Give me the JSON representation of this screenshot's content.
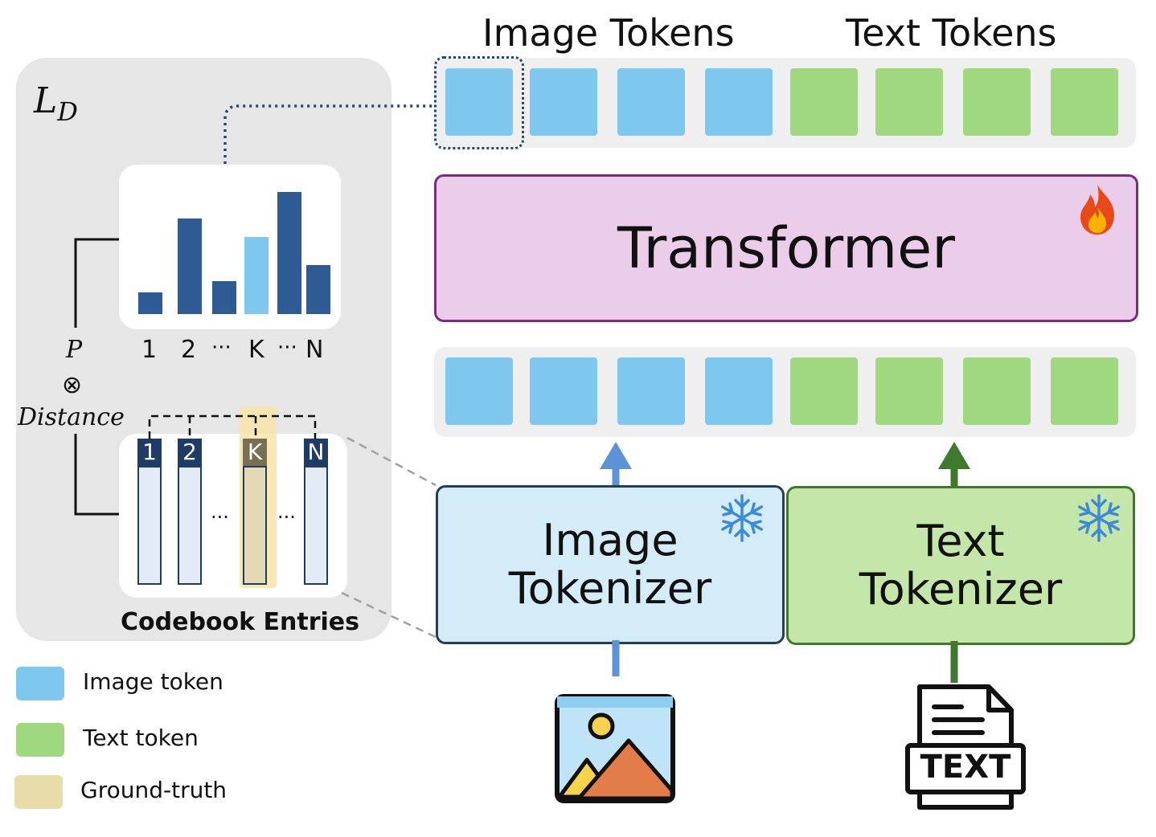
{
  "headers": {
    "image_tokens": "Image Tokens",
    "text_tokens": "Text Tokens"
  },
  "loss_label": {
    "main": "L",
    "sub": "D"
  },
  "transformer": {
    "label": "Transformer",
    "status_icon": "fire-icon"
  },
  "image_tokenizer": {
    "line1": "Image",
    "line2": "Tokenizer",
    "status_icon": "snowflake-icon"
  },
  "text_tokenizer": {
    "line1": "Text",
    "line2": "Tokenizer",
    "status_icon": "snowflake-icon"
  },
  "inputs": {
    "image_icon": "picture-icon",
    "text_icon": "text-document-icon",
    "text_doc_label": "TEXT"
  },
  "distribution": {
    "p_label": "P",
    "times_symbol": "⊗",
    "distance_label": "Distance",
    "ticks": [
      "1",
      "2",
      "···",
      "K",
      "···",
      "N"
    ],
    "bars": [
      {
        "value": 0.18,
        "highlight": false
      },
      {
        "value": 0.78,
        "highlight": false
      },
      {
        "value": 0.27,
        "highlight": false
      },
      {
        "value": 0.63,
        "highlight": true
      },
      {
        "value": 1.0,
        "highlight": false
      },
      {
        "value": 0.4,
        "highlight": false
      }
    ]
  },
  "codebook": {
    "title": "Codebook Entries",
    "entries": [
      "1",
      "2",
      "K",
      "N"
    ],
    "ellipsis": "···"
  },
  "legend": [
    {
      "label": "Image token",
      "color": "#7ec8ef"
    },
    {
      "label": "Text token",
      "color": "#9fd87f"
    },
    {
      "label": "Ground-truth",
      "color": "#e8dca8"
    }
  ],
  "colors": {
    "image_token": "#7ec8ef",
    "text_token": "#9fd87f",
    "bar_dark": "#2f5b94",
    "bar_highlight": "#7ec8ef",
    "transformer_fill": "#eccde9",
    "transformer_border": "#7a2c7a",
    "image_tokenizer_fill": "#d4ecf8",
    "text_tokenizer_fill": "#c4e6a8",
    "ground_truth": "#e8dca8"
  }
}
